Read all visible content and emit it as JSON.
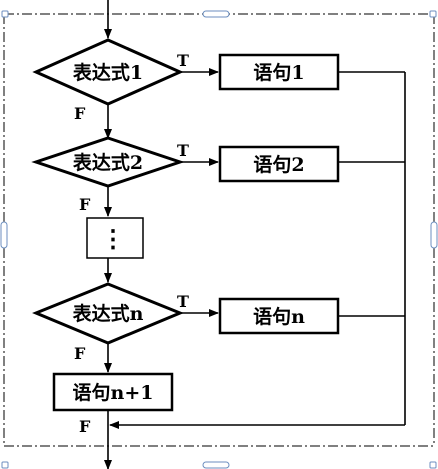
{
  "nodes": {
    "cond1": "表达式1",
    "cond2": "表达式2",
    "dots": "⋮",
    "condn": "表达式n",
    "stmt1": "语句1",
    "stmt2": "语句2",
    "stmtn": "语句n",
    "stmtn1": "语句n+1"
  },
  "edge_labels": {
    "t1": "T",
    "t2": "T",
    "tn": "T",
    "f1": "F",
    "f2": "F",
    "fn": "F",
    "f_exit": "F"
  }
}
